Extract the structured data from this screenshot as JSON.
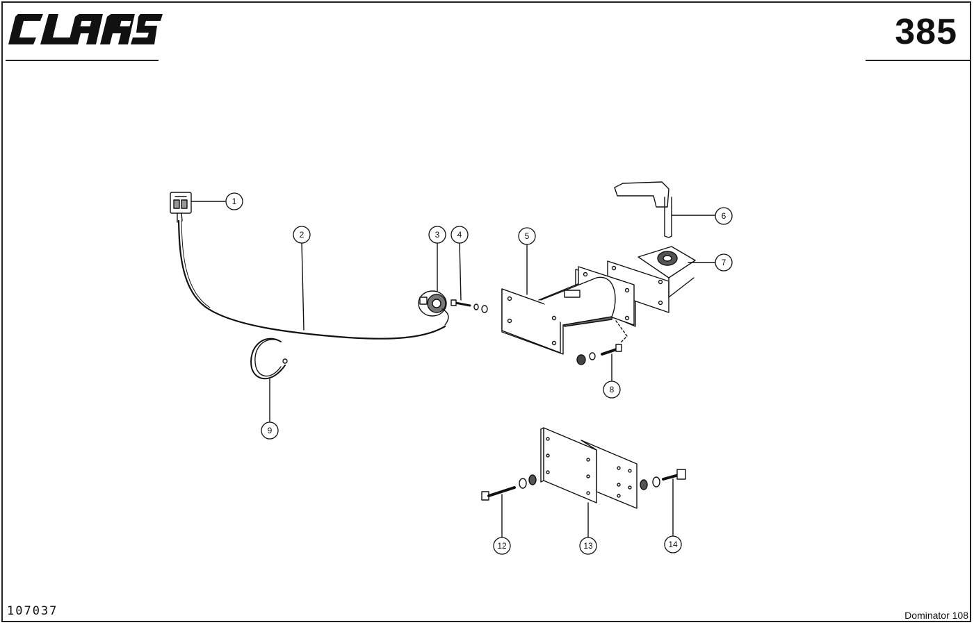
{
  "header": {
    "brand": "CLAAS",
    "page_number": "385"
  },
  "footer": {
    "drawing_number": "107037",
    "model": "Dominator 108"
  },
  "diagram": {
    "callouts": [
      "1",
      "2",
      "3",
      "4",
      "5",
      "6",
      "7",
      "8",
      "9",
      "12",
      "13",
      "14"
    ]
  }
}
